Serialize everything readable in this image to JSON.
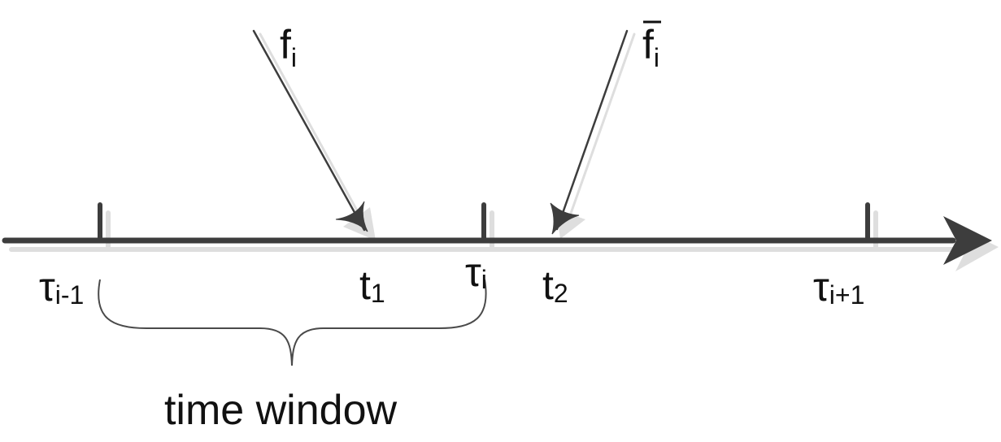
{
  "diagram": {
    "timeline_labels": {
      "tau_prev": {
        "symbol": "τ",
        "subscript": "i-1"
      },
      "t1": {
        "symbol": "t",
        "subscript": "1"
      },
      "tau_i": {
        "symbol": "τ",
        "subscript": "i"
      },
      "t2": {
        "symbol": "t",
        "subscript": "2"
      },
      "tau_next": {
        "symbol": "τ",
        "subscript": "i+1"
      }
    },
    "arrows": {
      "f_i": {
        "symbol": "f",
        "subscript": "i"
      },
      "f_bar_i": {
        "symbol": "f",
        "subscript": "i"
      }
    },
    "brace_caption": "time window",
    "colors": {
      "line": "#3d3d3d",
      "shadow": "#dcdcdc",
      "text": "#111111"
    }
  }
}
